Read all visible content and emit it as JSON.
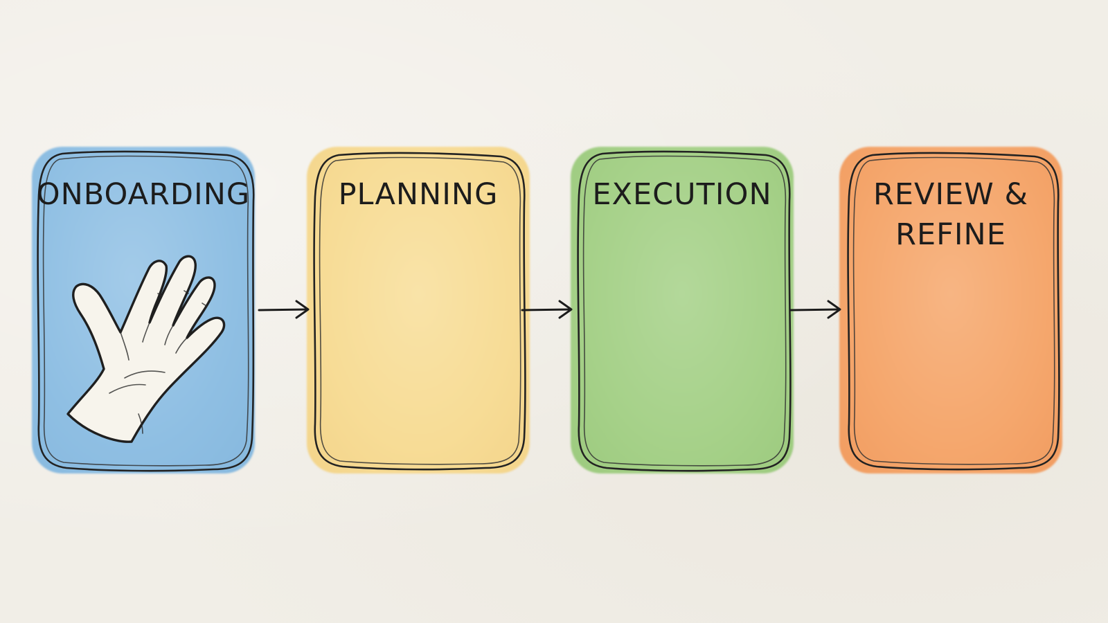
{
  "stages": [
    {
      "label": "ONBOARDING",
      "color": "#8fbfe3"
    },
    {
      "label": "PLANNING",
      "color": "#f7dc96"
    },
    {
      "label": "EXECUTION",
      "color": "#a6d189"
    },
    {
      "label": "REVIEW &\nREFINE",
      "color": "#f5a76d"
    }
  ],
  "icons": {
    "onboarding": "waving-hand-icon",
    "connector": "arrow-right-icon"
  }
}
